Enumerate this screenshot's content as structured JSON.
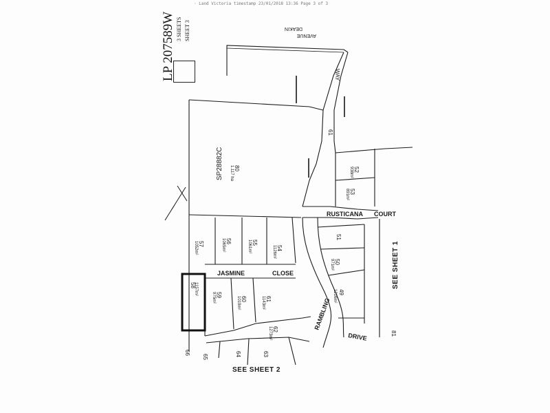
{
  "header": {
    "print_footer": "· Land Victoria timestamp 23/01/2018 13:36  Page 3 of 3"
  },
  "plan": {
    "number": "LP 207589W",
    "sheets_total": "3 SHEETS",
    "sheet_current": "SHEET 3"
  },
  "roads": {
    "deakin_avenue_word1": "DEAKIN",
    "deakin_avenue_word2": "AVENUE",
    "way": "WAY",
    "rusticana_court_word1": "RUSTICANA",
    "rusticana_court_word2": "COURT",
    "jasmine_close_word1": "JASMINE",
    "jasmine_close_word2": "CLOSE",
    "rambling": "RAMBLING",
    "drive": "DRIVE"
  },
  "lots": [
    {
      "number": "61"
    },
    {
      "number": "80",
      "area": "1.117 ha"
    },
    {
      "number": "52",
      "area": "938m²"
    },
    {
      "number": "53",
      "area": "891m²"
    },
    {
      "number": "51"
    },
    {
      "number": "50",
      "area": "971m²"
    },
    {
      "number": "49",
      "area": "1216m²"
    },
    {
      "number": "57",
      "area": "1052m²"
    },
    {
      "number": "56",
      "area": "1065m²"
    },
    {
      "number": "55",
      "area": "1061m²"
    },
    {
      "number": "54",
      "area": "1126m²"
    },
    {
      "number": "58",
      "area": "1157m²"
    },
    {
      "number": "59",
      "area": "975m²"
    },
    {
      "number": "60",
      "area": "1019m²"
    },
    {
      "number": "61",
      "area": "1143m²"
    },
    {
      "number": "62",
      "area": "1273m²"
    },
    {
      "number": "63"
    },
    {
      "number": "64"
    },
    {
      "number": "65"
    },
    {
      "number": "66"
    },
    {
      "number": "81"
    }
  ],
  "reserve": "SP28882C",
  "references": {
    "see_sheet_2": "SEE SHEET 2",
    "see_sheet_1": "SEE SHEET 1"
  },
  "colors": {
    "linework": "#1a1a1a",
    "highlight_boundary": "#111111"
  }
}
